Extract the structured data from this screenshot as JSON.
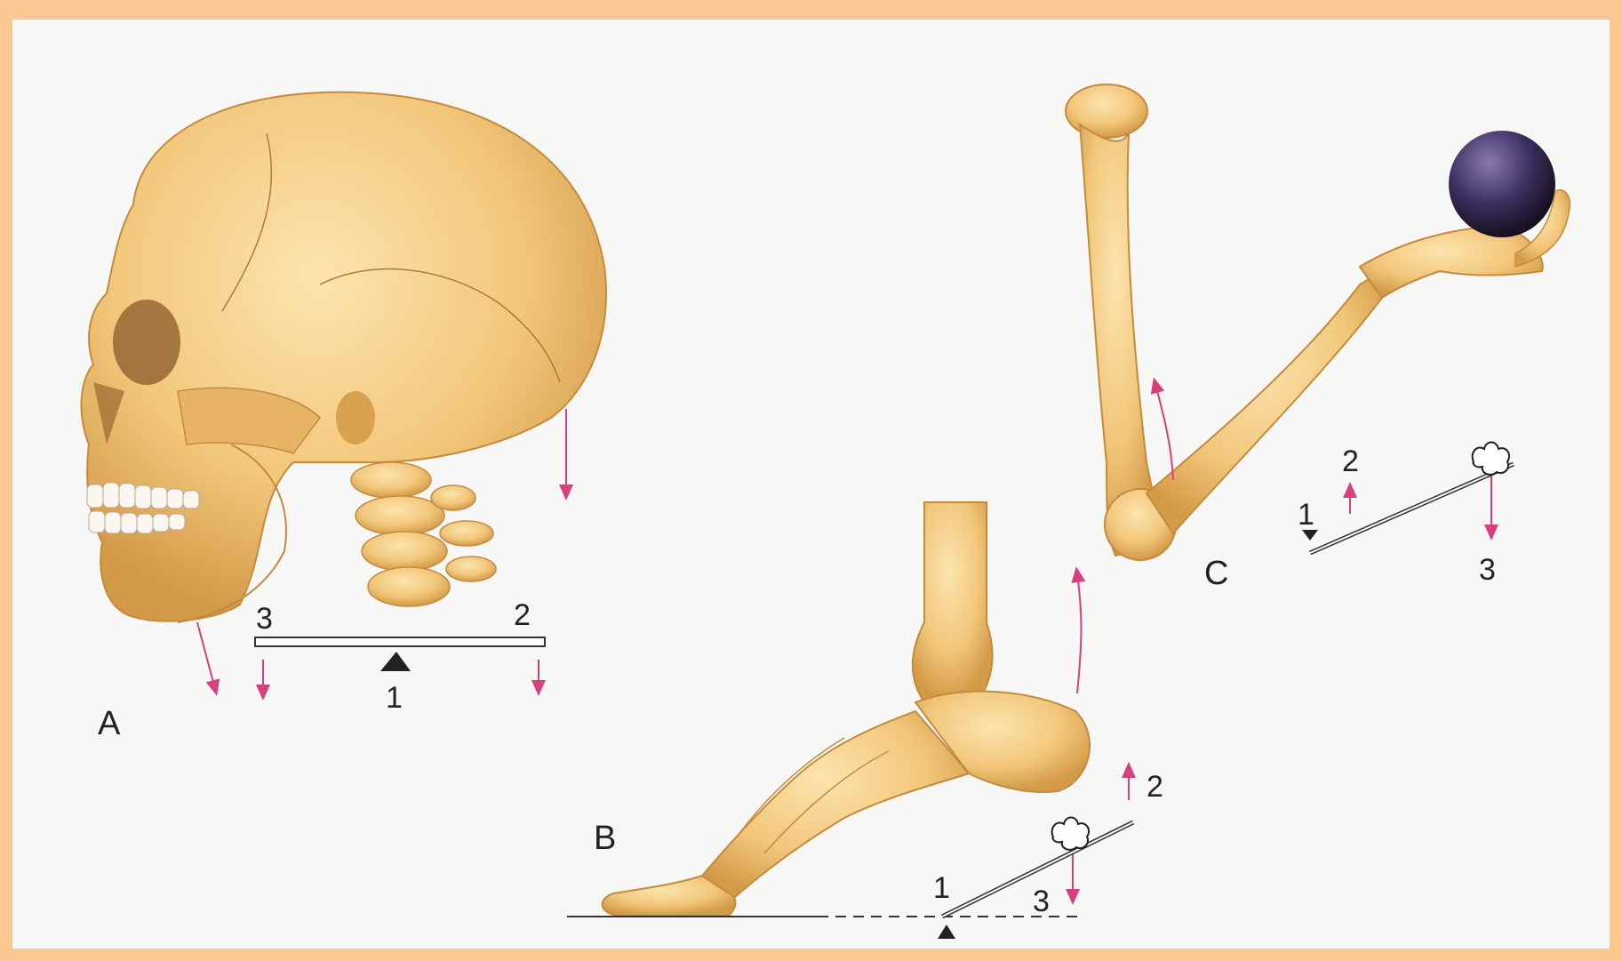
{
  "figure": {
    "panels": [
      {
        "id": "A",
        "label": "A",
        "lever_numbers": [
          "3",
          "2",
          "1"
        ]
      },
      {
        "id": "B",
        "label": "B",
        "lever_numbers": [
          "1",
          "3",
          "2"
        ]
      },
      {
        "id": "C",
        "label": "C",
        "lever_numbers": [
          "1",
          "2",
          "3"
        ]
      }
    ]
  },
  "colors": {
    "frame": "#fbc891",
    "bone": "#f2c77b",
    "bone_shade": "#d9a24e",
    "arrow": "#d6407e",
    "lever": "#333333",
    "ball": "#3a2d5a"
  }
}
